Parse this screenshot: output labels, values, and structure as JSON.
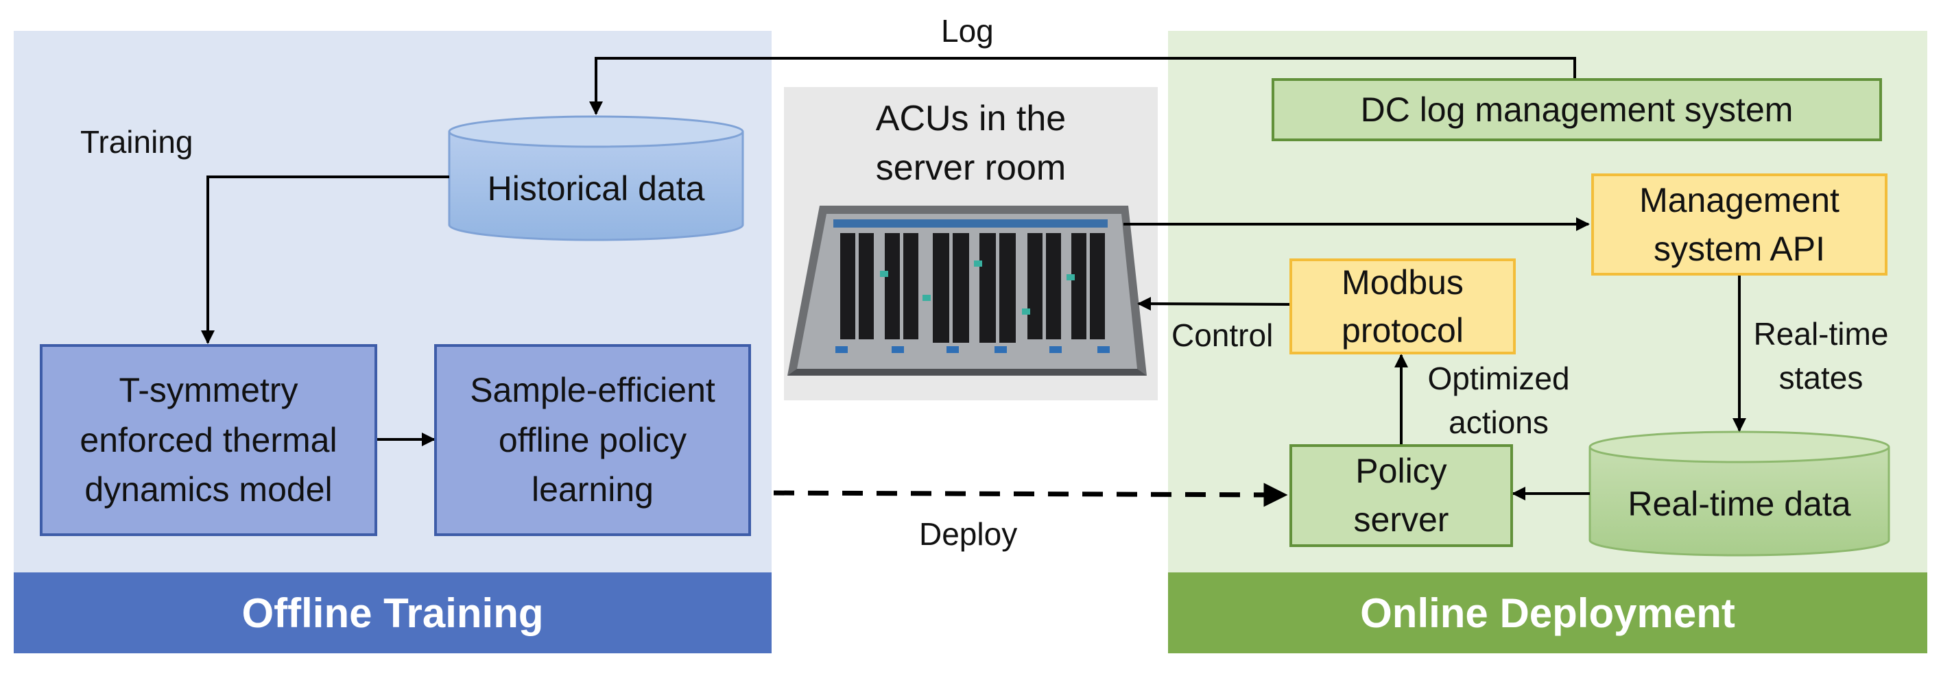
{
  "offline": {
    "band_label": "Offline Training",
    "training_label": "Training",
    "historical_data": "Historical data",
    "model_box": [
      "T-symmetry",
      "enforced thermal",
      "dynamics model"
    ],
    "policy_box": [
      "Sample-efficient",
      "offline policy",
      "learning"
    ]
  },
  "online": {
    "band_label": "Online Deployment",
    "dc_log": "DC log management system",
    "api_box": [
      "Management",
      "system API"
    ],
    "modbus_box": [
      "Modbus",
      "protocol"
    ],
    "policy_server": [
      "Policy",
      "server"
    ],
    "realtime_data": "Real-time data",
    "realtime_states": [
      "Real-time",
      "states"
    ],
    "optimized_actions": [
      "Optimized",
      "actions"
    ],
    "control_label": "Control"
  },
  "center": {
    "room_title": [
      "ACUs in the",
      "server room"
    ],
    "log_label": "Log",
    "deploy_label": "Deploy"
  },
  "colors": {
    "left_panel": "#dde5f3",
    "right_panel": "#e3efd9",
    "left_band": "#4f72c0",
    "right_band": "#7dac4c"
  }
}
